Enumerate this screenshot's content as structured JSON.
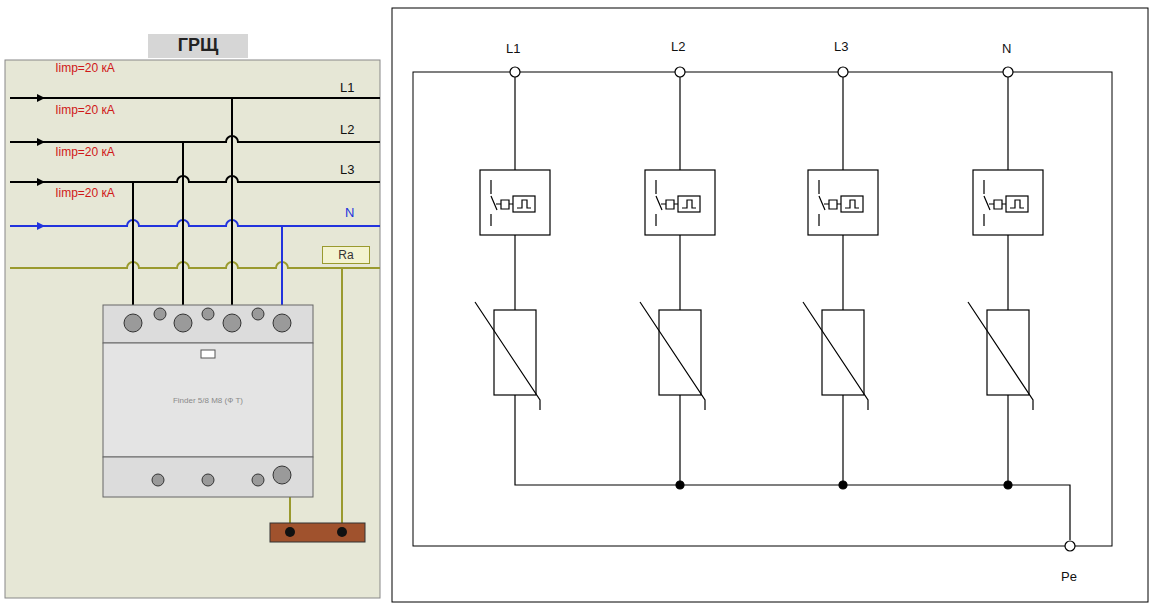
{
  "diagram": {
    "title": "ГРЩ",
    "nodes": [
      {
        "text": [
          "Ra"
        ]
      },
      {
        "text": [
          "Finder 5/8 М8 (Ф Т)"
        ]
      }
    ],
    "labels": [
      "Iimp=20 кА",
      "Iimp=20 кА",
      "Iimp=20 кА",
      "Iimp=20 кА",
      "L1",
      "L2",
      "L3",
      "N",
      "L1",
      "L2",
      "L3",
      "N",
      "Pe"
    ]
  }
}
